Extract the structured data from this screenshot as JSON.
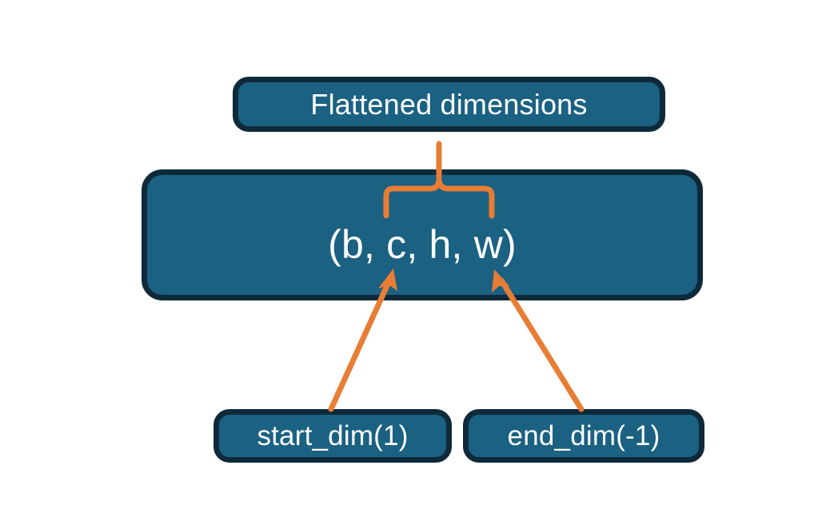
{
  "diagram": {
    "title_node": {
      "label": "Flattened dimensions",
      "name": "flattened-dimensions-box"
    },
    "tuple_node": {
      "label": "(b, c, h, w)",
      "name": "tensor-shape-tuple-box"
    },
    "start_node": {
      "label": "start_dim(1)",
      "name": "start-dim-box"
    },
    "end_node": {
      "label": "end_dim(-1)",
      "name": "end-dim-box"
    },
    "connectors": {
      "brace": "curly-brace-connector",
      "start_arrow": "start-dim-arrow",
      "end_arrow": "end-dim-arrow"
    },
    "colors": {
      "background": "#ffffff",
      "node_fill": "#1A6182",
      "node_border": "#0E2A3A",
      "node_text": "#ffffff",
      "connector": "#E87D35"
    }
  }
}
